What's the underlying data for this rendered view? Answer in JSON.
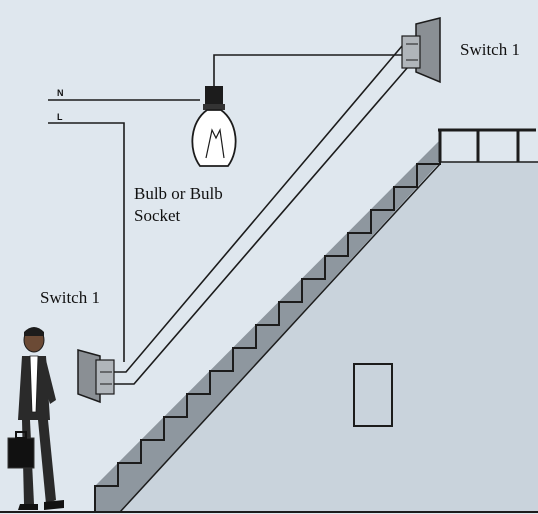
{
  "labels": {
    "neutral": "N",
    "live": "L",
    "bulb_line1": "Bulb or Bulb",
    "bulb_line2": "Socket",
    "switch_top": "Switch 1",
    "switch_bottom": "Switch 1"
  },
  "colors": {
    "background": "#dfe7ee",
    "wall": "#c9d3dc",
    "stair_shadow": "#8e979f",
    "wire": "#1c1c1c",
    "switch_plate": "#8a8f94"
  }
}
